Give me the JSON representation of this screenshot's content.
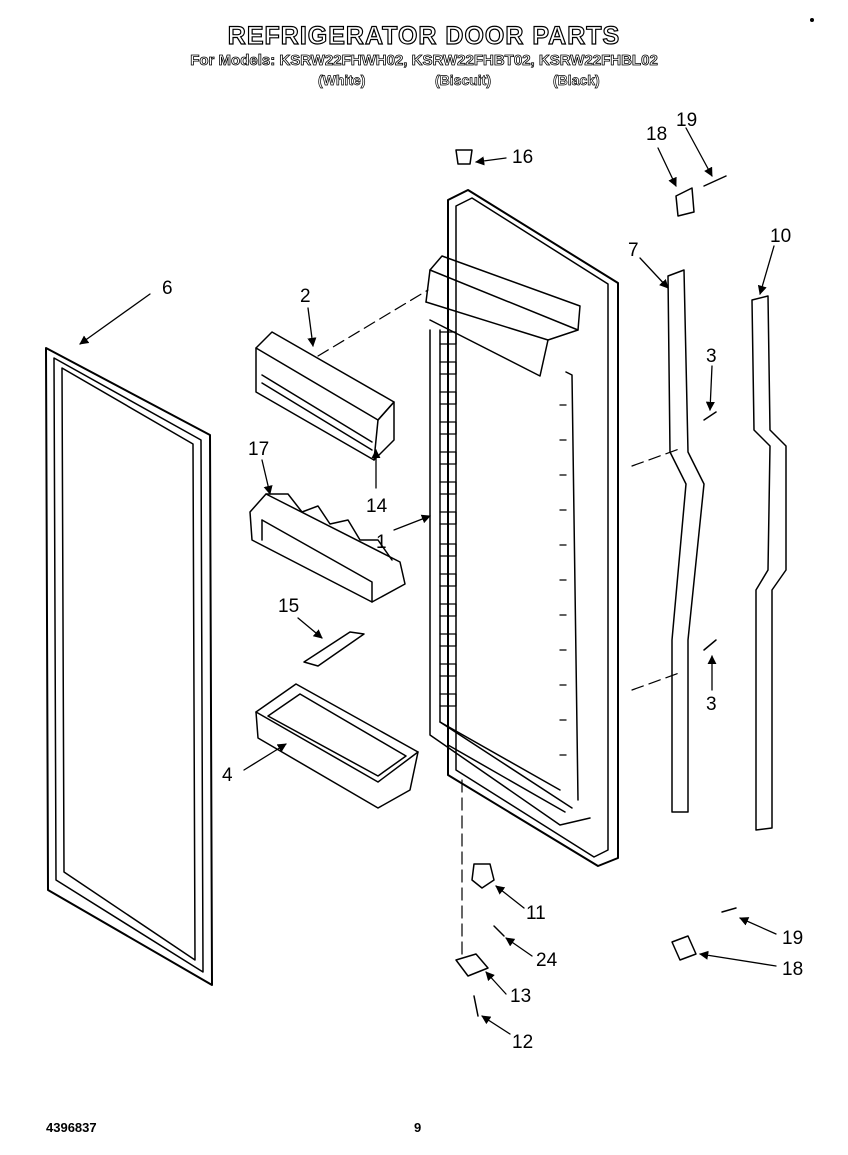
{
  "title": "REFRIGERATOR DOOR PARTS",
  "models_line": "For Models: KSRW22FHWH02, KSRW22FHBT02, KSRW22FHBL02",
  "variants": [
    "(White)",
    "(Biscuit)",
    "(Black)"
  ],
  "callouts": {
    "c1": "1",
    "c2": "2",
    "c3a": "3",
    "c3b": "3",
    "c4": "4",
    "c6": "6",
    "c7": "7",
    "c10": "10",
    "c11": "11",
    "c12": "12",
    "c13": "13",
    "c14": "14",
    "c15": "15",
    "c16": "16",
    "c17": "17",
    "c18a": "18",
    "c18b": "18",
    "c19a": "19",
    "c19b": "19",
    "c24": "24"
  },
  "footer": {
    "doc_number": "4396837",
    "page_number": "9"
  }
}
